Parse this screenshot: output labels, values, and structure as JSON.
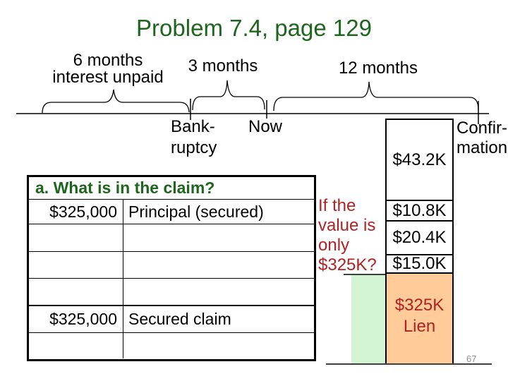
{
  "slide": {
    "title": "Problem 7.4, page 129",
    "page_number": "67"
  },
  "timeline": {
    "period_6mo": {
      "line1": "6 months",
      "line2": "interest unpaid"
    },
    "period_3mo": "3 months",
    "period_12mo": "12 months",
    "event_bankruptcy": {
      "line1": "Bank-",
      "line2": "ruptcy"
    },
    "event_now": "Now",
    "event_confirmation": {
      "line1": "Confir-",
      "line2": "mation"
    }
  },
  "claim_table": {
    "header": "a. What is in the claim?",
    "rows": [
      {
        "amount": "$325,000",
        "description": "Principal (secured)"
      },
      {
        "amount": "",
        "description": ""
      },
      {
        "amount": "",
        "description": ""
      },
      {
        "amount": "",
        "description": ""
      },
      {
        "amount": "$325,000",
        "description": "Secured claim"
      },
      {
        "amount": "",
        "description": ""
      }
    ]
  },
  "value_stack": {
    "segments": [
      {
        "label": "$43.2K"
      },
      {
        "label": "$10.8K"
      },
      {
        "label": "$20.4K"
      },
      {
        "label": "$15.0K"
      }
    ],
    "lien": {
      "line1": "$325K",
      "line2": "Lien"
    }
  },
  "annotation": {
    "line1": "If the",
    "line2": "value is",
    "line3": "only",
    "line4": "$325K?"
  },
  "colors": {
    "title_green": "#1E661E",
    "dark_red": "#B02222",
    "lien_fill": "#FFCC99",
    "equity_fill": "#D3F4D3",
    "page_number_gray": "#909090"
  }
}
